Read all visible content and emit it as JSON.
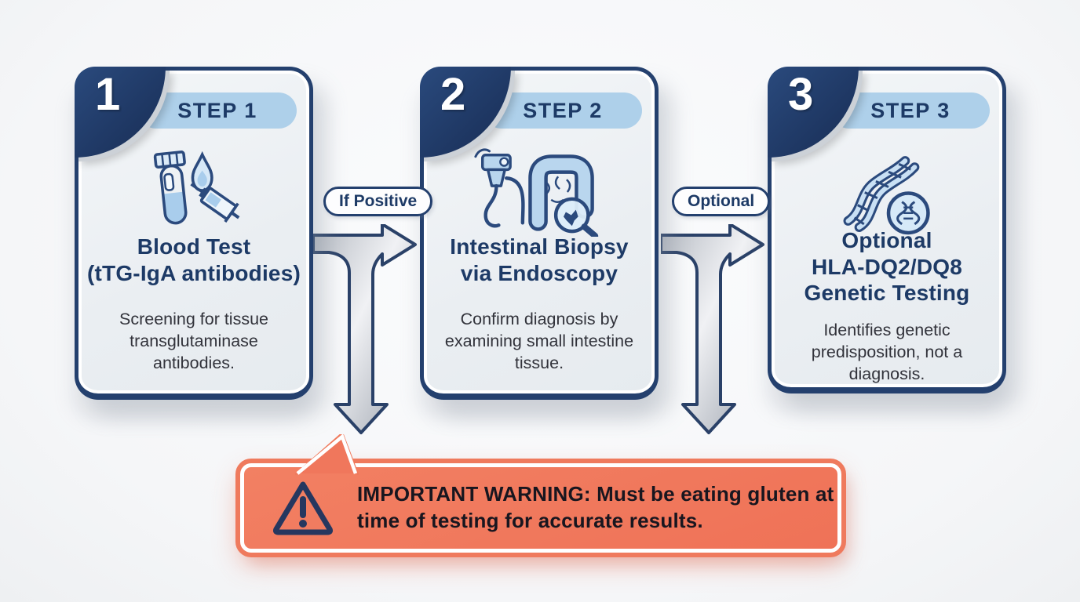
{
  "steps": [
    {
      "number": "1",
      "label": "STEP 1",
      "title_lines": [
        "Blood Test",
        "(tTG-IgA antibodies)"
      ],
      "description": "Screening for tissue transglutaminase antibodies.",
      "icon": "blood-test-icon"
    },
    {
      "number": "2",
      "label": "STEP 2",
      "title_lines": [
        "Intestinal Biopsy",
        "via Endoscopy"
      ],
      "description": "Confirm diagnosis by examining small intestine tissue.",
      "icon": "endoscopy-icon"
    },
    {
      "number": "3",
      "label": "STEP 3",
      "title_lines": [
        "Optional",
        "HLA-DQ2/DQ8",
        "Genetic Testing"
      ],
      "description": "Identifies genetic predisposition, not a diagnosis.",
      "icon": "dna-icon"
    }
  ],
  "connectors": [
    {
      "label": "If Positive"
    },
    {
      "label": "Optional"
    }
  ],
  "warning": {
    "icon": "warning-triangle-icon",
    "text": "IMPORTANT WARNING: Must be eating gluten at time of testing for accurate results."
  },
  "colors": {
    "navy": "#24406e",
    "light_blue": "#aed0ea",
    "card_bg": "#eef1f4",
    "coral": "#f0775c"
  }
}
